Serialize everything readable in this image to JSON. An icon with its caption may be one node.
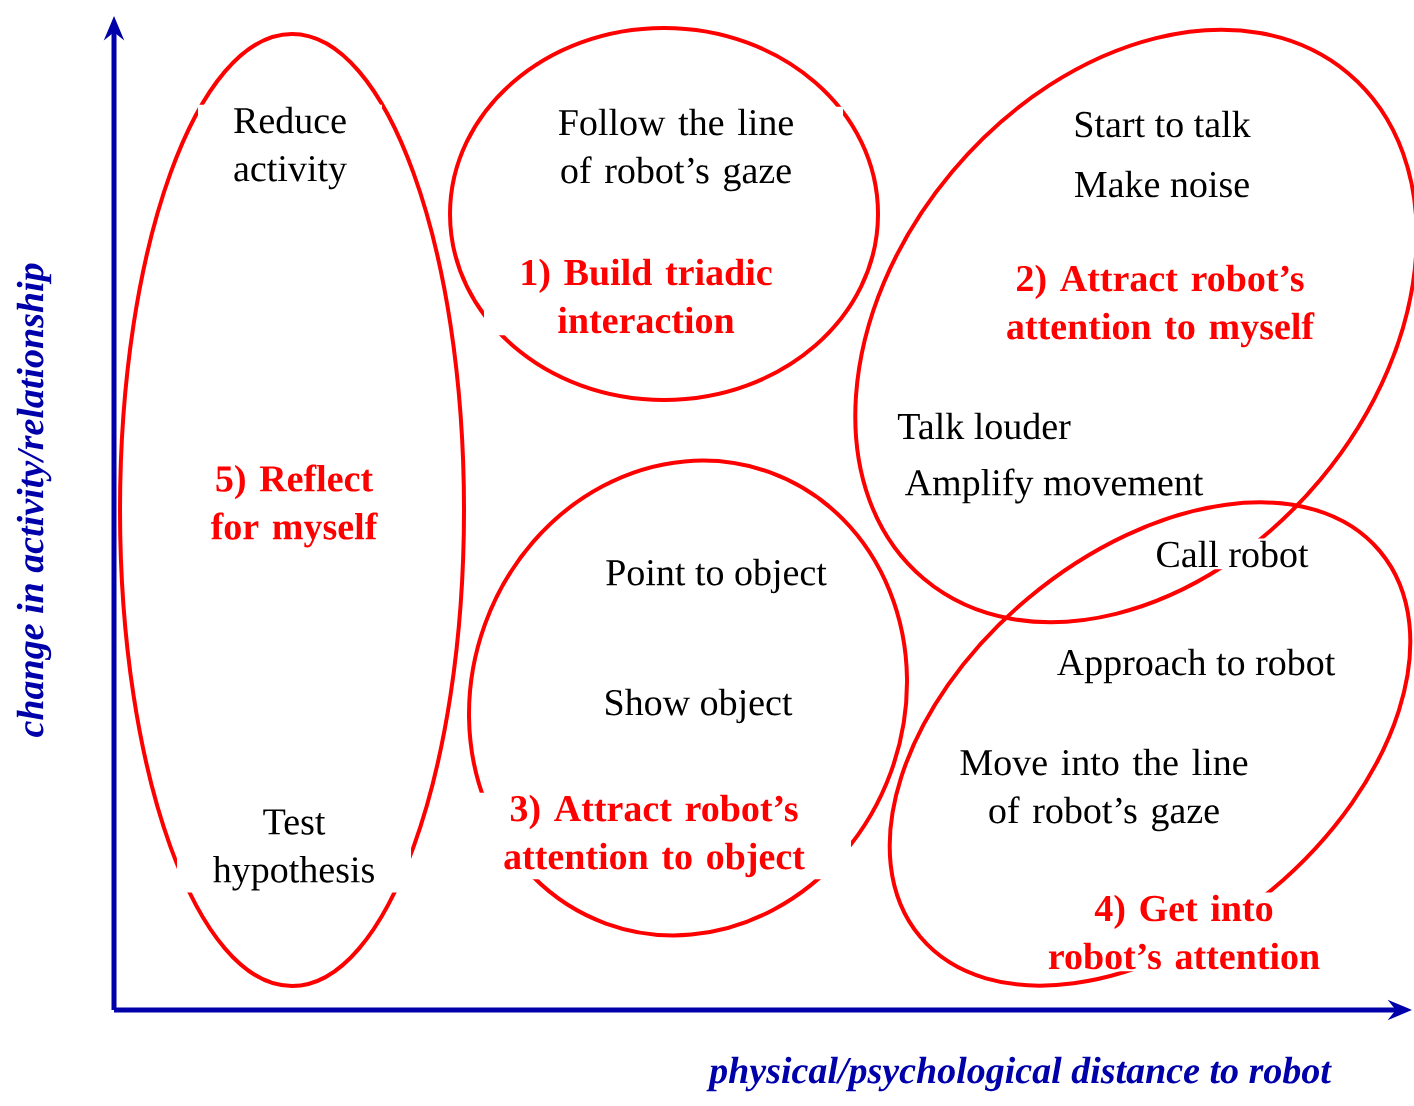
{
  "diagram": {
    "nodes": [
      {
        "text": [
          "Reduce activity",
          "5) Reflect for myself",
          "Test hypothesis"
        ]
      },
      {
        "text": [
          "Follow the line of robot’s gaze",
          "1) Build triadic interaction"
        ]
      },
      {
        "text": [
          "Start to talk",
          "Make noise",
          "2) Attract robot’s attention to myself",
          "Talk louder",
          "Amplify movement"
        ]
      },
      {
        "text": [
          "Point to object",
          "Show object",
          "3) Attract robot’s attention to object"
        ]
      },
      {
        "text": [
          "Call robot",
          "Approach to robot",
          "Move into the line of robot’s gaze",
          "4) Get into robot’s attention"
        ]
      }
    ],
    "labels": [
      "change in activity/relationship",
      "physical/psychological distance to robot"
    ]
  }
}
